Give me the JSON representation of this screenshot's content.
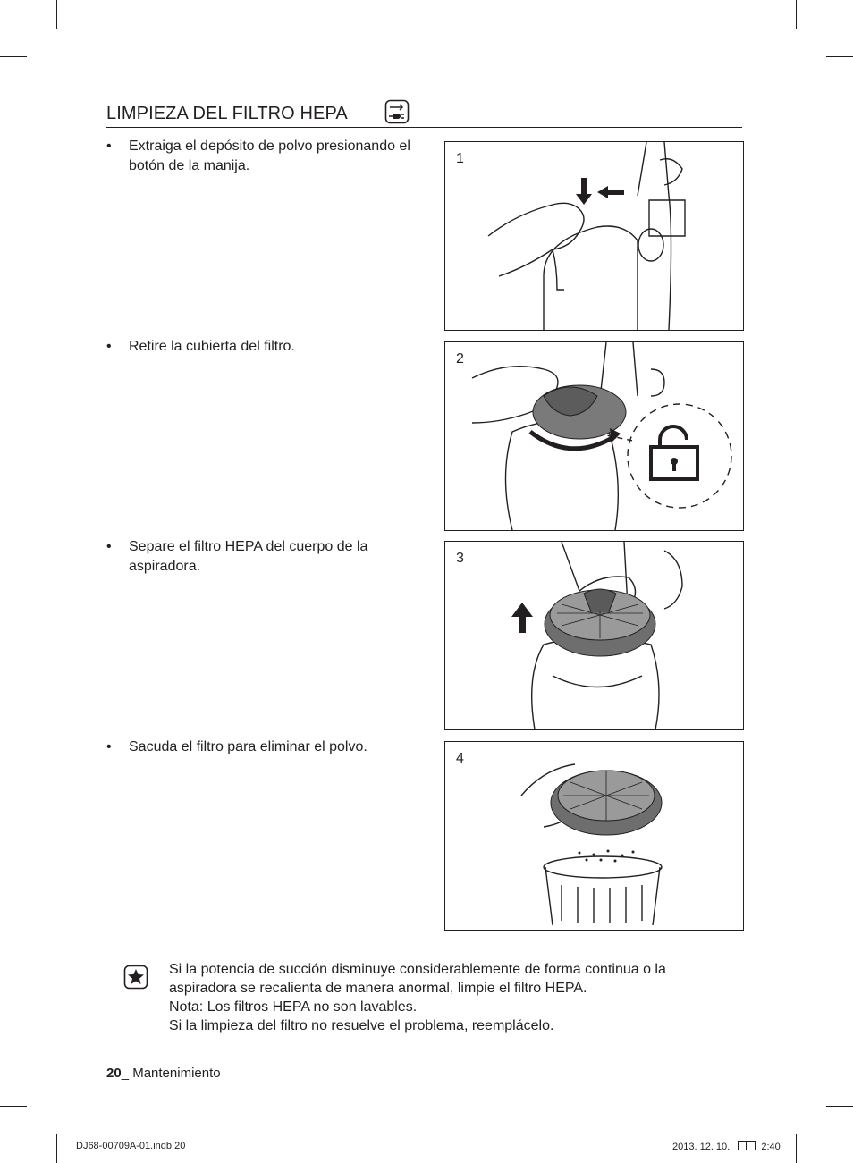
{
  "section": {
    "title": "LIMPIEZA DEL FILTRO HEPA",
    "title_icon": "unplug-icon"
  },
  "steps": [
    {
      "bullet": "•",
      "text": "Extraiga el depósito de polvo presionando el botón de la manija.",
      "figure_number": "1"
    },
    {
      "bullet": "•",
      "text": "Retire la cubierta del filtro.",
      "figure_number": "2"
    },
    {
      "bullet": "•",
      "text": "Separe el filtro HEPA del cuerpo de la aspiradora.",
      "figure_number": "3"
    },
    {
      "bullet": "•",
      "text": "Sacuda el filtro para eliminar el polvo.",
      "figure_number": "4"
    }
  ],
  "note": {
    "icon": "star-note-icon",
    "lines": [
      "Si la potencia de succión disminuye considerablemente de forma continua o la",
      "aspiradora se recalienta de manera anormal, limpie el filtro HEPA.",
      "Nota: Los filtros HEPA no son lavables.",
      "Si la limpieza del filtro no resuelve el problema, reemplácelo."
    ]
  },
  "footer": {
    "page_number": "20",
    "separator": "_ ",
    "section": "Mantenimiento"
  },
  "slug": {
    "file": "DJ68-00709A-01.indb   20",
    "date": "2013. 12. 10.",
    "time": "2:40"
  }
}
